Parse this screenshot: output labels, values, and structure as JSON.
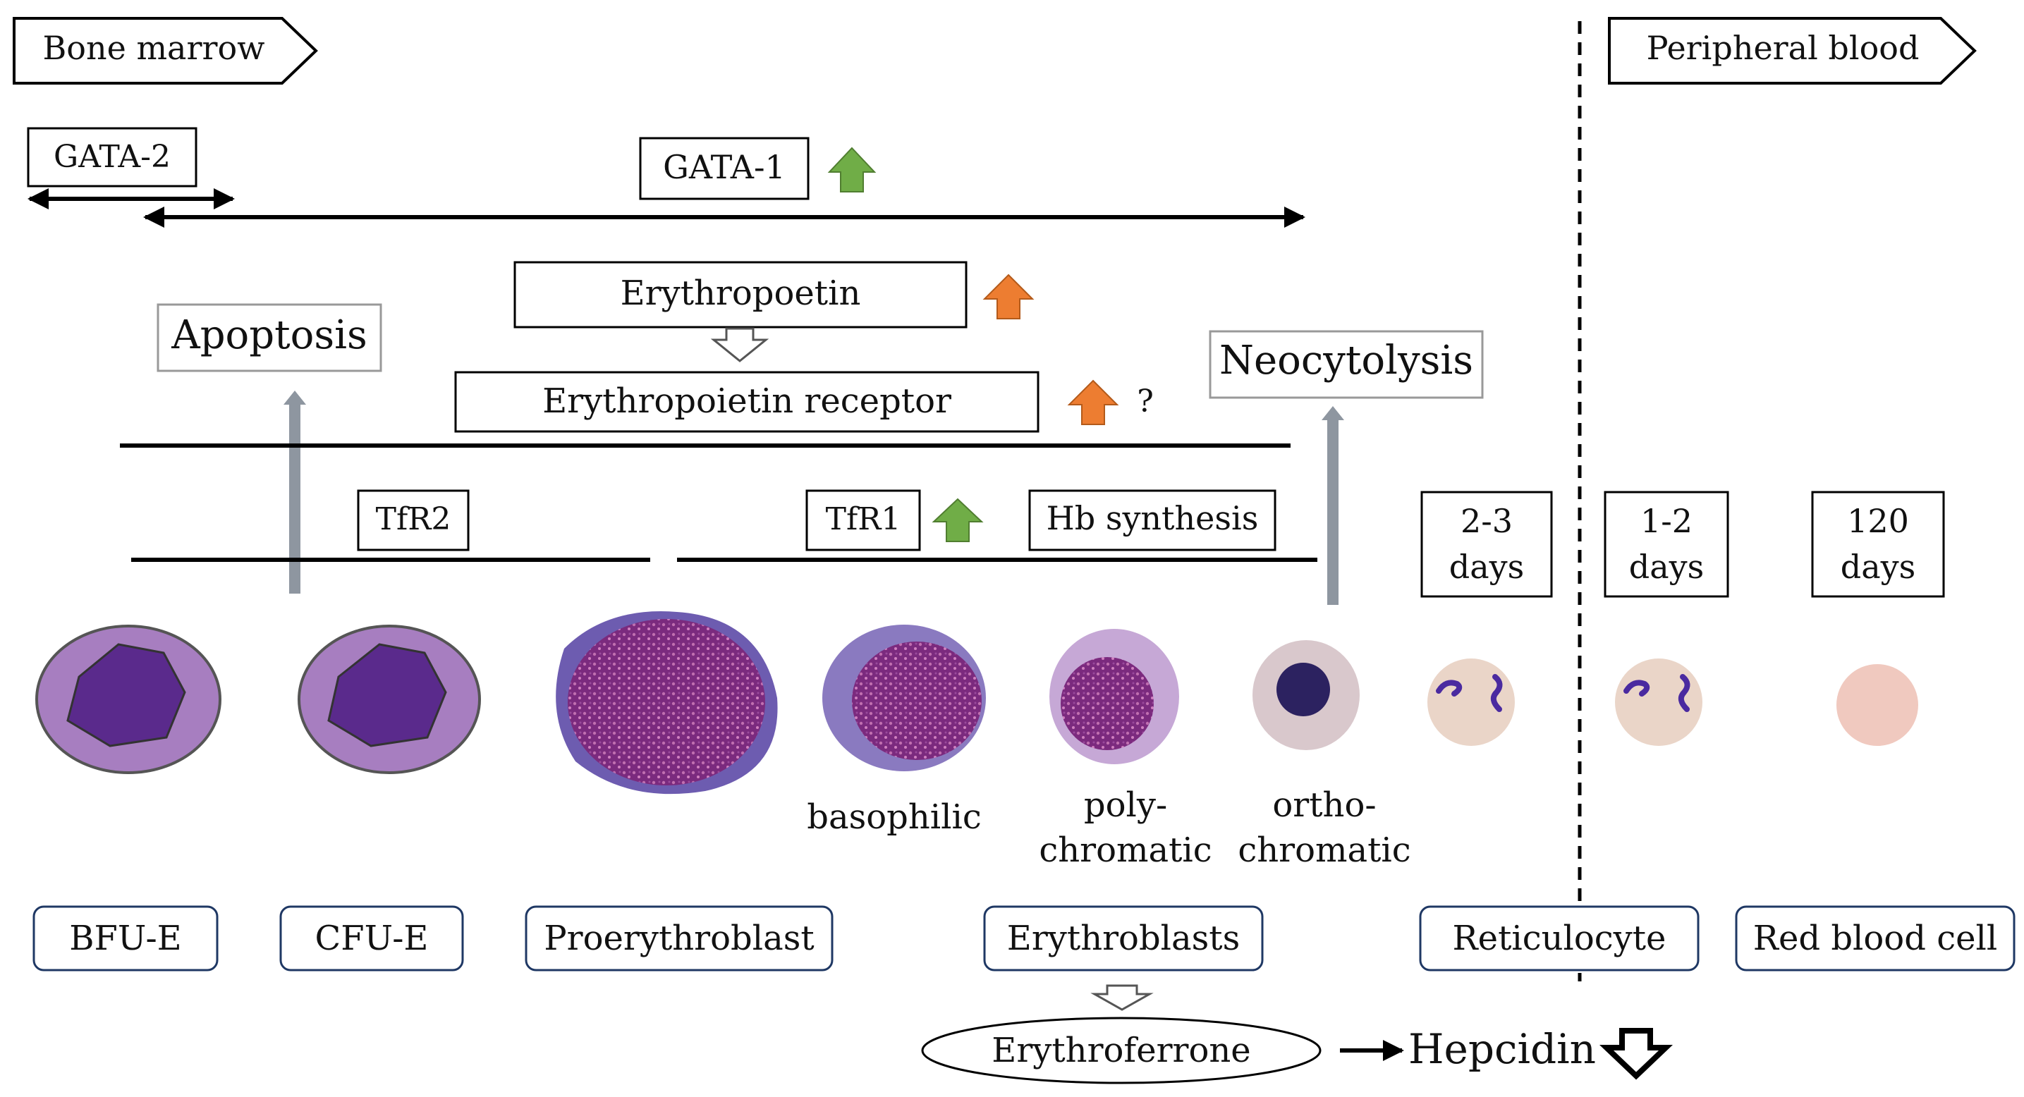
{
  "colors": {
    "line": "#000000",
    "green_arrow": "#70ad47",
    "orange_arrow": "#ed7d31",
    "gray_arrow": "#8e96a0",
    "stage_box_border": "#1f3864",
    "cell_purple": "#a77ec0",
    "cell_nucleus": "#5a2a8c",
    "reticulocyte": "#ead5c8",
    "rbc": "#f0c9bf"
  },
  "compartments": {
    "bone_marrow": "Bone marrow",
    "peripheral_blood": "Peripheral blood"
  },
  "factors": {
    "gata2": "GATA-2",
    "gata1": "GATA-1",
    "erythropoietin": "Erythropoetin",
    "epo_receptor": "Erythropoietin receptor",
    "unknown_mark": "?",
    "apoptosis": "Apoptosis",
    "neocytolysis": "Neocytolysis",
    "tfr2": "TfR2",
    "tfr1": "TfR1",
    "hb_synthesis": "Hb synthesis"
  },
  "durations": [
    {
      "line1": "2-3",
      "line2": "days"
    },
    {
      "line1": "1-2",
      "line2": "days"
    },
    {
      "line1": "120",
      "line2": "days"
    }
  ],
  "substages": {
    "basophilic": "basophilic",
    "poly_line1": "poly-",
    "poly_line2": "chromatic",
    "ortho_line1": "ortho-",
    "ortho_line2": "chromatic"
  },
  "stages": [
    "BFU-E",
    "CFU-E",
    "Proerythroblast",
    "Erythroblasts",
    "Reticulocyte",
    "Red blood cell"
  ],
  "regulation": {
    "erythroferrone": "Erythroferrone",
    "hepcidin": "Hepcidin"
  },
  "icons": {
    "up_green": "up-arrow-green-icon",
    "up_orange": "up-arrow-orange-icon",
    "down_hollow": "down-arrow-hollow-icon"
  }
}
